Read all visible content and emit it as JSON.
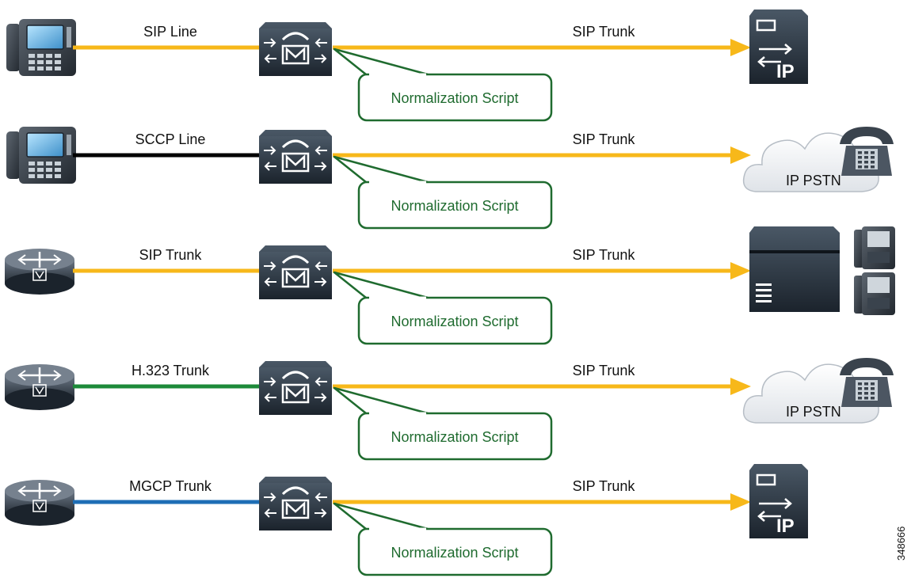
{
  "figure_id": "348666",
  "colors": {
    "sip": "#f7b81a",
    "sccp": "#000000",
    "h323": "#1d8a3a",
    "mgcp": "#1e6eb5",
    "callout_border": "#1f6b2f",
    "callout_text": "#1f6b2f",
    "device_dark": "#2a3440"
  },
  "rows": [
    {
      "source_icon": "ip-phone-icon",
      "left_label": "SIP Line",
      "left_line_color": "#f7b81a",
      "manager_icon": "call-manager-icon",
      "callout": "Normalization Script",
      "right_label": "SIP Trunk",
      "dest_icon": "sip-proxy-icon",
      "dest_label": ""
    },
    {
      "source_icon": "ip-phone-icon",
      "left_label": "SCCP Line",
      "left_line_color": "#000000",
      "manager_icon": "call-manager-icon",
      "callout": "Normalization Script",
      "right_label": "SIP Trunk",
      "dest_icon": "ip-pstn-cloud-icon",
      "dest_label": "IP PSTN"
    },
    {
      "source_icon": "voice-router-icon",
      "left_label": "SIP Trunk",
      "left_line_color": "#f7b81a",
      "manager_icon": "call-manager-icon",
      "callout": "Normalization Script",
      "right_label": "SIP Trunk",
      "dest_icon": "pbx-with-phones-icon",
      "dest_label": ""
    },
    {
      "source_icon": "voice-router-icon",
      "left_label": "H.323 Trunk",
      "left_line_color": "#1d8a3a",
      "manager_icon": "call-manager-icon",
      "callout": "Normalization Script",
      "right_label": "SIP Trunk",
      "dest_icon": "ip-pstn-cloud-icon",
      "dest_label": "IP PSTN"
    },
    {
      "source_icon": "voice-router-icon",
      "left_label": "MGCP Trunk",
      "left_line_color": "#1e6eb5",
      "manager_icon": "call-manager-icon",
      "callout": "Normalization Script",
      "right_label": "SIP Trunk",
      "dest_icon": "sip-proxy-icon",
      "dest_label": ""
    }
  ]
}
